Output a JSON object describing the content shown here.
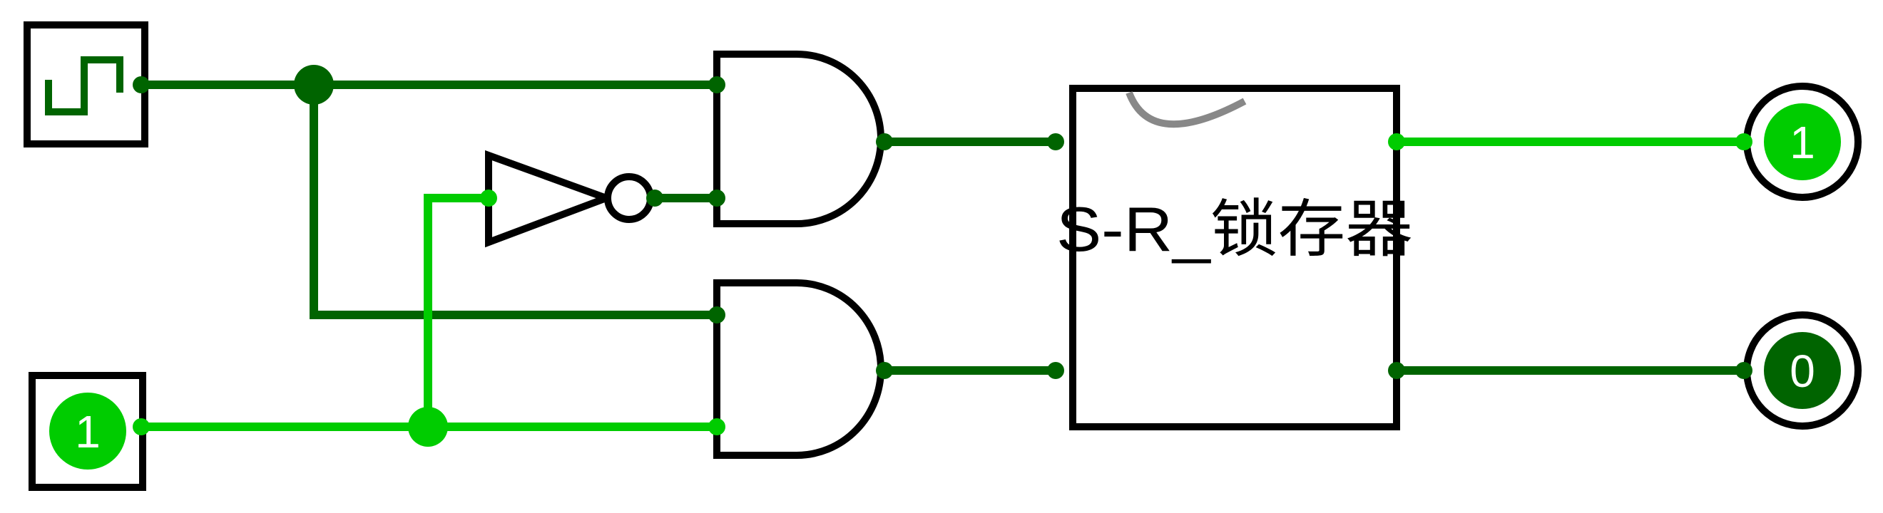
{
  "colors": {
    "wire_low": "#006400",
    "wire_high": "#00cc00",
    "outline": "#000000",
    "clock_notch": "#888888",
    "background": "#ffffff"
  },
  "circuit": {
    "clock_input": {
      "icon": "clock-square-wave-icon"
    },
    "constant_input": {
      "value": "1"
    },
    "latch": {
      "label": "S-R_锁存器"
    },
    "output_q": {
      "value": "1"
    },
    "output_qbar": {
      "value": "0"
    }
  }
}
